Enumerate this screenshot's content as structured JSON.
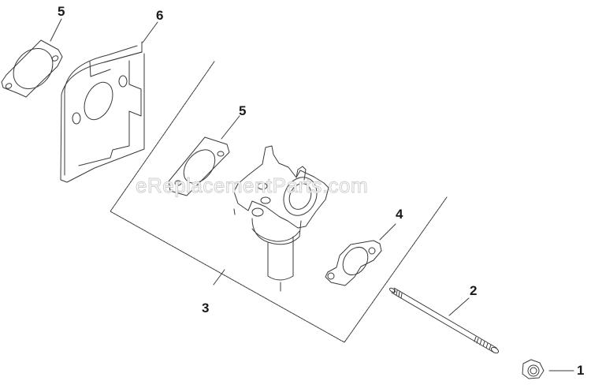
{
  "diagram": {
    "type": "exploded-parts-diagram",
    "watermark": "eReplacementParts.com",
    "callouts": [
      {
        "id": "5a",
        "label": "5",
        "part": "gasket"
      },
      {
        "id": "6",
        "label": "6",
        "part": "heat-shield-spacer"
      },
      {
        "id": "5b",
        "label": "5",
        "part": "gasket"
      },
      {
        "id": "4",
        "label": "4",
        "part": "gasket"
      },
      {
        "id": "3",
        "label": "3",
        "part": "carburetor-assembly-group"
      },
      {
        "id": "2",
        "label": "2",
        "part": "stud"
      },
      {
        "id": "1",
        "label": "1",
        "part": "nut"
      }
    ],
    "colors": {
      "line": "#3a3a3a",
      "background": "#ffffff",
      "watermark_outline": "#cfcfcf"
    }
  }
}
